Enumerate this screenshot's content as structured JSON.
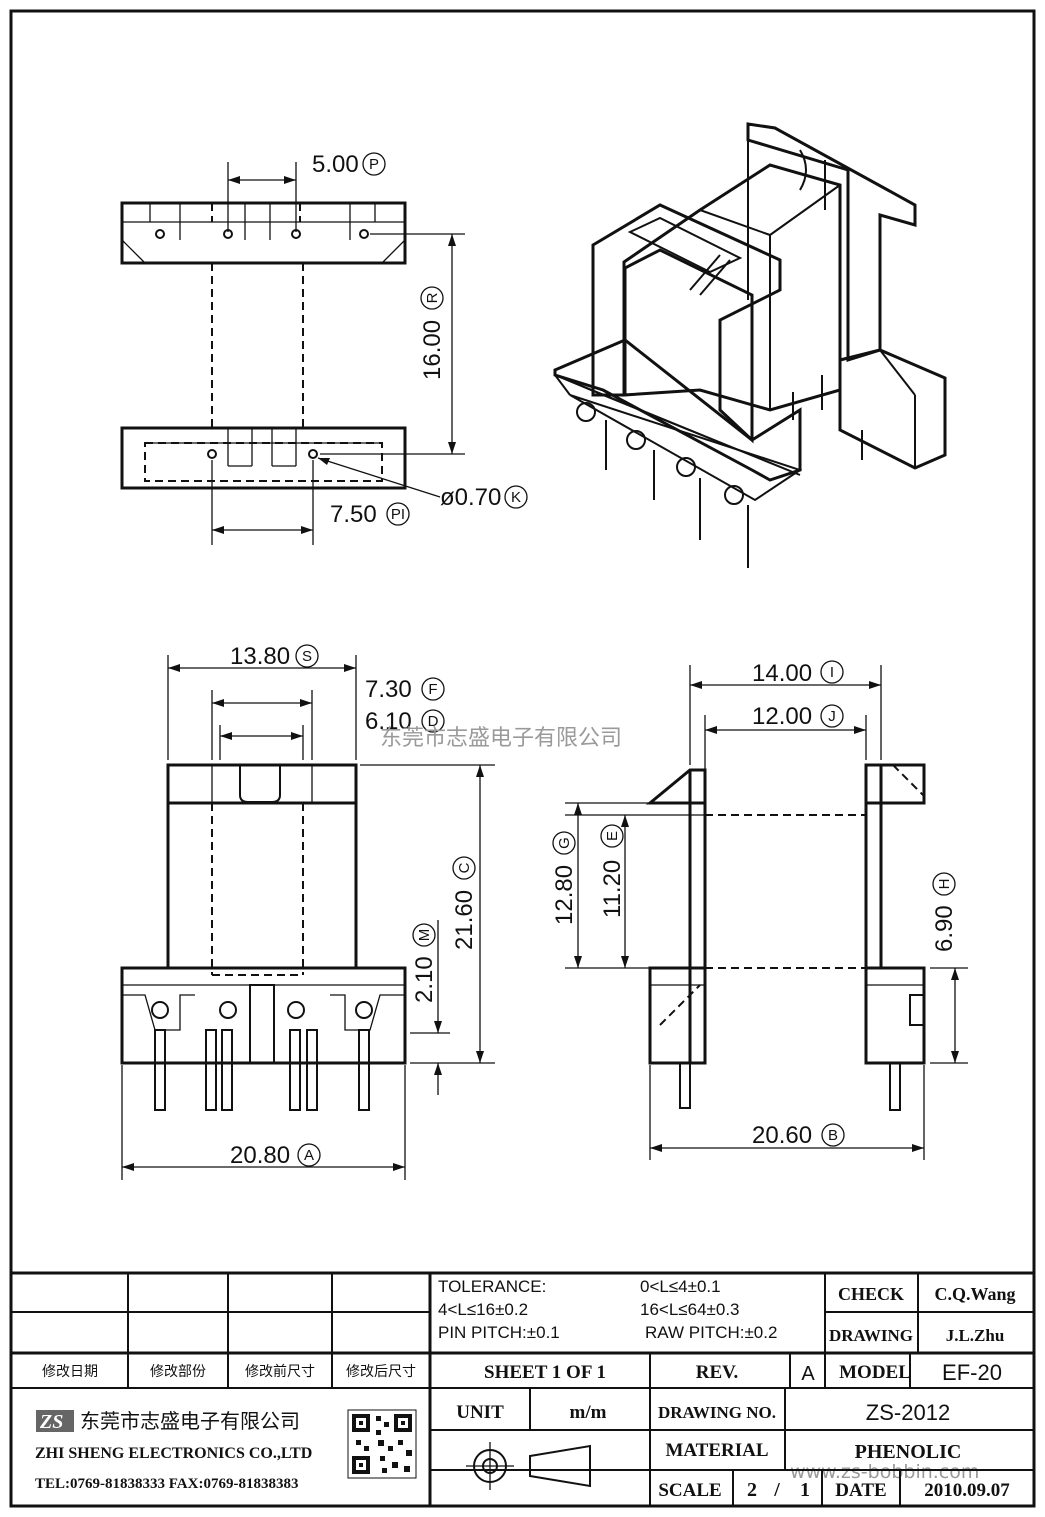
{
  "dimensions": {
    "top_view": [
      {
        "value": "5.00",
        "tag": "P"
      },
      {
        "value": "16.00",
        "tag": "R"
      },
      {
        "value": "ø0.70",
        "tag": "K"
      },
      {
        "value": "7.50",
        "tag": "PI"
      }
    ],
    "front_view": [
      {
        "value": "13.80",
        "tag": "S"
      },
      {
        "value": "7.30",
        "tag": "F"
      },
      {
        "value": "6.10",
        "tag": "D"
      },
      {
        "value": "21.60",
        "tag": "C"
      },
      {
        "value": "2.10",
        "tag": "M"
      },
      {
        "value": "20.80",
        "tag": "A"
      }
    ],
    "side_view": [
      {
        "value": "14.00",
        "tag": "I"
      },
      {
        "value": "12.00",
        "tag": "J"
      },
      {
        "value": "12.80",
        "tag": "G"
      },
      {
        "value": "11.20",
        "tag": "E"
      },
      {
        "value": "6.90",
        "tag": "H"
      },
      {
        "value": "20.60",
        "tag": "B"
      }
    ]
  },
  "watermark": {
    "company_cn": "东莞市志盛电子有限公司",
    "url": "www.zs-bobbin.com"
  },
  "title_block": {
    "revision_headers": [
      "修改日期",
      "修改部份",
      "修改前尺寸",
      "修改后尺寸"
    ],
    "tolerance_label": "TOLERANCE:",
    "tolerance_rows": [
      "0<L≤4±0.1",
      "4<L≤16±0.2",
      "16<L≤64±0.3"
    ],
    "pin_pitch": "PIN PITCH:±0.1",
    "raw_pitch": "RAW PITCH:±0.2",
    "check_label": "CHECK",
    "check_value": "C.Q.Wang",
    "drawing_label": "DRAWING",
    "drawing_value": "J.L.Zhu",
    "sheet": "SHEET 1 OF 1",
    "rev_label": "REV.",
    "rev_value": "A",
    "model_label": "MODEL",
    "model_value": "EF-20",
    "unit_label": "UNIT",
    "unit_value": "m/m",
    "drawing_no_label": "DRAWING NO.",
    "drawing_no_value": "ZS-2012",
    "material_label": "MATERIAL",
    "material_value": "PHENOLIC",
    "scale_label": "SCALE",
    "scale_num": "2",
    "scale_sep": "/",
    "scale_den": "1",
    "date_label": "DATE",
    "date_value": "2010.09.07",
    "company_cn": "东莞市志盛电子有限公司",
    "company_en": "ZHI SHENG ELECTRONICS CO.,LTD",
    "contact": "TEL:0769-81838333 FAX:0769-81838383"
  }
}
